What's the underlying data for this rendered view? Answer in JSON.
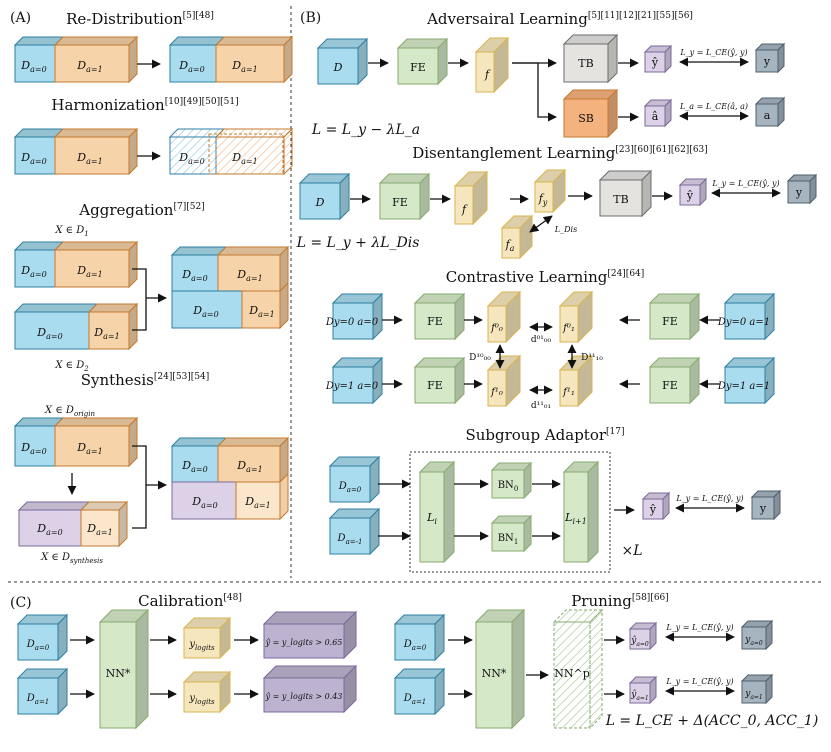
{
  "sections": {
    "A": "(A)",
    "B": "(B)",
    "C": "(C)"
  },
  "titles": {
    "redistribution": {
      "text": "Re-Distribution",
      "refs": "[5][48]"
    },
    "harmonization": {
      "text": "Harmonization",
      "refs": "[10][49][50][51]"
    },
    "aggregation": {
      "text": "Aggregation",
      "refs": "[7][52]"
    },
    "synthesis": {
      "text": "Synthesis",
      "refs": "[24][53][54]"
    },
    "adversarial": {
      "text": "Adversairal Learning",
      "refs": "[5][11][12][21][55][56]"
    },
    "disentanglement": {
      "text": "Disentanglement Learning",
      "refs": "[23][60][61][62][63]"
    },
    "contrastive": {
      "text": "Contrastive Learning",
      "refs": "[24][64]"
    },
    "subgroup": {
      "text": "Subgroup Adaptor",
      "refs": "[17]"
    },
    "calibration": {
      "text": "Calibration",
      "refs": "[48]"
    },
    "pruning": {
      "text": "Pruning",
      "refs": "[58][66]"
    }
  },
  "labels": {
    "d_a0": "D_a=0",
    "d_a1": "D_a=1",
    "d_am1": "D_a=-1",
    "x_d1": "X ∈ D_1",
    "x_d2": "X ∈ D_2",
    "x_origin": "X ∈ D_origin",
    "x_synth": "X ∈ D_synthesis",
    "D": "D",
    "FE": "FE",
    "TB": "TB",
    "SB": "SB",
    "f": "f",
    "fy": "f_y",
    "fa": "f_a",
    "y_hat": "ŷ",
    "a_hat": "â",
    "y": "y",
    "a": "a",
    "ldis": "L_Dis",
    "bn0": "BN_0",
    "bn1": "BN_1",
    "li": "L_i",
    "li1": "L_i+1",
    "times_L": "×L",
    "nn_star": "NN*",
    "nn_p": "NN^p",
    "ylogits": "y_logits",
    "cal_065": "ŷ = y_logits > 0.65",
    "cal_043": "ŷ = y_logits > 0.43",
    "ly_eq": "L_y = L_CE(ŷ, y)",
    "la_eq": "L_a = L_CE(â, a)"
  },
  "equations": {
    "adversarial": "L = L_y − λL_a",
    "disentangle": "L = L_y + λL_Dis",
    "pruning": "L = L_CE + Δ(ACC_0, ACC_1)"
  },
  "colors": {
    "blue_front": "#a9dcee",
    "blue_top": "#8ccbe3",
    "blue_stroke": "#2f7fa3",
    "orange_front": "#f7d3a9",
    "orange_top": "#eeb984",
    "orange_stroke": "#c37a2e",
    "green_front": "#d5e8c8",
    "green_stroke": "#86ab70",
    "yellow_front": "#f5e6bd",
    "yellow_stroke": "#d7b54f",
    "purple_front": "#ddd1e8",
    "purple_stroke": "#7a6a9a",
    "gray_front": "#e4e3e0",
    "gray_stroke": "#6d6d6d",
    "sb_front": "#f4b27f",
    "darkgray_front": "#a6b4c0"
  }
}
